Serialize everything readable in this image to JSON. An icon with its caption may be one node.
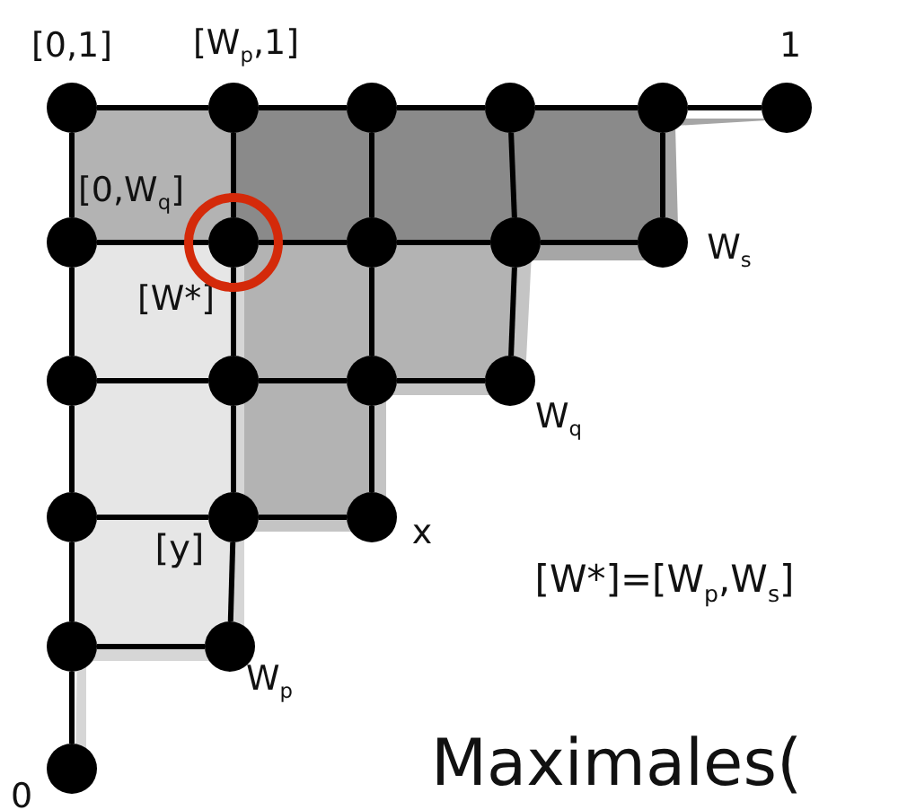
{
  "diagram": {
    "nodes": [
      {
        "text": [],
        "shape": "circle",
        "beside": [
          "[0,1]"
        ]
      },
      {
        "text": [],
        "shape": "circle",
        "beside": [
          "[W$_{p}$,1]"
        ]
      },
      {
        "text": [],
        "shape": "circle"
      },
      {
        "text": [],
        "shape": "circle"
      },
      {
        "text": [],
        "shape": "circle"
      },
      {
        "text": [],
        "shape": "circle",
        "beside": [
          "1"
        ]
      },
      {
        "text": [],
        "shape": "circle",
        "beside": [
          "[0,W$_{q}$]"
        ]
      },
      {
        "text": [],
        "shape": "circle",
        "beside": [
          "[W*]"
        ]
      },
      {
        "text": [],
        "shape": "circle"
      },
      {
        "text": [],
        "shape": "circle"
      },
      {
        "text": [],
        "shape": "circle",
        "beside": [
          "W$_{s}$"
        ]
      },
      {
        "text": [],
        "shape": "circle"
      },
      {
        "text": [],
        "shape": "circle"
      },
      {
        "text": [],
        "shape": "circle"
      },
      {
        "text": [],
        "shape": "circle",
        "beside": [
          "W$_{q}$"
        ]
      },
      {
        "text": [],
        "shape": "circle"
      },
      {
        "text": [],
        "shape": "circle"
      },
      {
        "text": [],
        "shape": "circle",
        "beside": [
          "x"
        ]
      },
      {
        "text": [],
        "shape": "circle"
      },
      {
        "text": [],
        "shape": "circle",
        "beside": [
          "W$_{p}$"
        ]
      },
      {
        "text": [],
        "shape": "circle",
        "beside": [
          "0"
        ]
      }
    ],
    "edges": [
      {
        "from": 0,
        "to": 1,
        "arrow": "none"
      },
      {
        "from": 1,
        "to": 2,
        "arrow": "none"
      },
      {
        "from": 2,
        "to": 3,
        "arrow": "none"
      },
      {
        "from": 3,
        "to": 4,
        "arrow": "none"
      },
      {
        "from": 4,
        "to": 5,
        "arrow": "none"
      },
      {
        "from": 0,
        "to": 6,
        "arrow": "none"
      },
      {
        "from": 1,
        "to": 7,
        "arrow": "none"
      },
      {
        "from": 2,
        "to": 8,
        "arrow": "none"
      },
      {
        "from": 3,
        "to": 9,
        "arrow": "none"
      },
      {
        "from": 4,
        "to": 10,
        "arrow": "none"
      },
      {
        "from": 6,
        "to": 7,
        "arrow": "none"
      },
      {
        "from": 7,
        "to": 8,
        "arrow": "none"
      },
      {
        "from": 8,
        "to": 9,
        "arrow": "none"
      },
      {
        "from": 9,
        "to": 10,
        "arrow": "none"
      },
      {
        "from": 6,
        "to": 11,
        "arrow": "none"
      },
      {
        "from": 7,
        "to": 12,
        "arrow": "none"
      },
      {
        "from": 8,
        "to": 13,
        "arrow": "none"
      },
      {
        "from": 9,
        "to": 14,
        "arrow": "none"
      },
      {
        "from": 11,
        "to": 12,
        "arrow": "none"
      },
      {
        "from": 12,
        "to": 13,
        "arrow": "none"
      },
      {
        "from": 13,
        "to": 14,
        "arrow": "none"
      },
      {
        "from": 11,
        "to": 15,
        "arrow": "none"
      },
      {
        "from": 12,
        "to": 16,
        "arrow": "none"
      },
      {
        "from": 13,
        "to": 17,
        "arrow": "none"
      },
      {
        "from": 15,
        "to": 16,
        "arrow": "none"
      },
      {
        "from": 16,
        "to": 17,
        "arrow": "none"
      },
      {
        "from": 15,
        "to": 18,
        "arrow": "none"
      },
      {
        "from": 16,
        "to": 19,
        "arrow": "none"
      },
      {
        "from": 18,
        "to": 19,
        "arrow": "none"
      },
      {
        "from": 18,
        "to": 20,
        "arrow": "none"
      }
    ],
    "labels": [
      "[y]",
      "[W*]=[W$_{p}$,W$_{s}$]",
      "Maximales("
    ]
  }
}
